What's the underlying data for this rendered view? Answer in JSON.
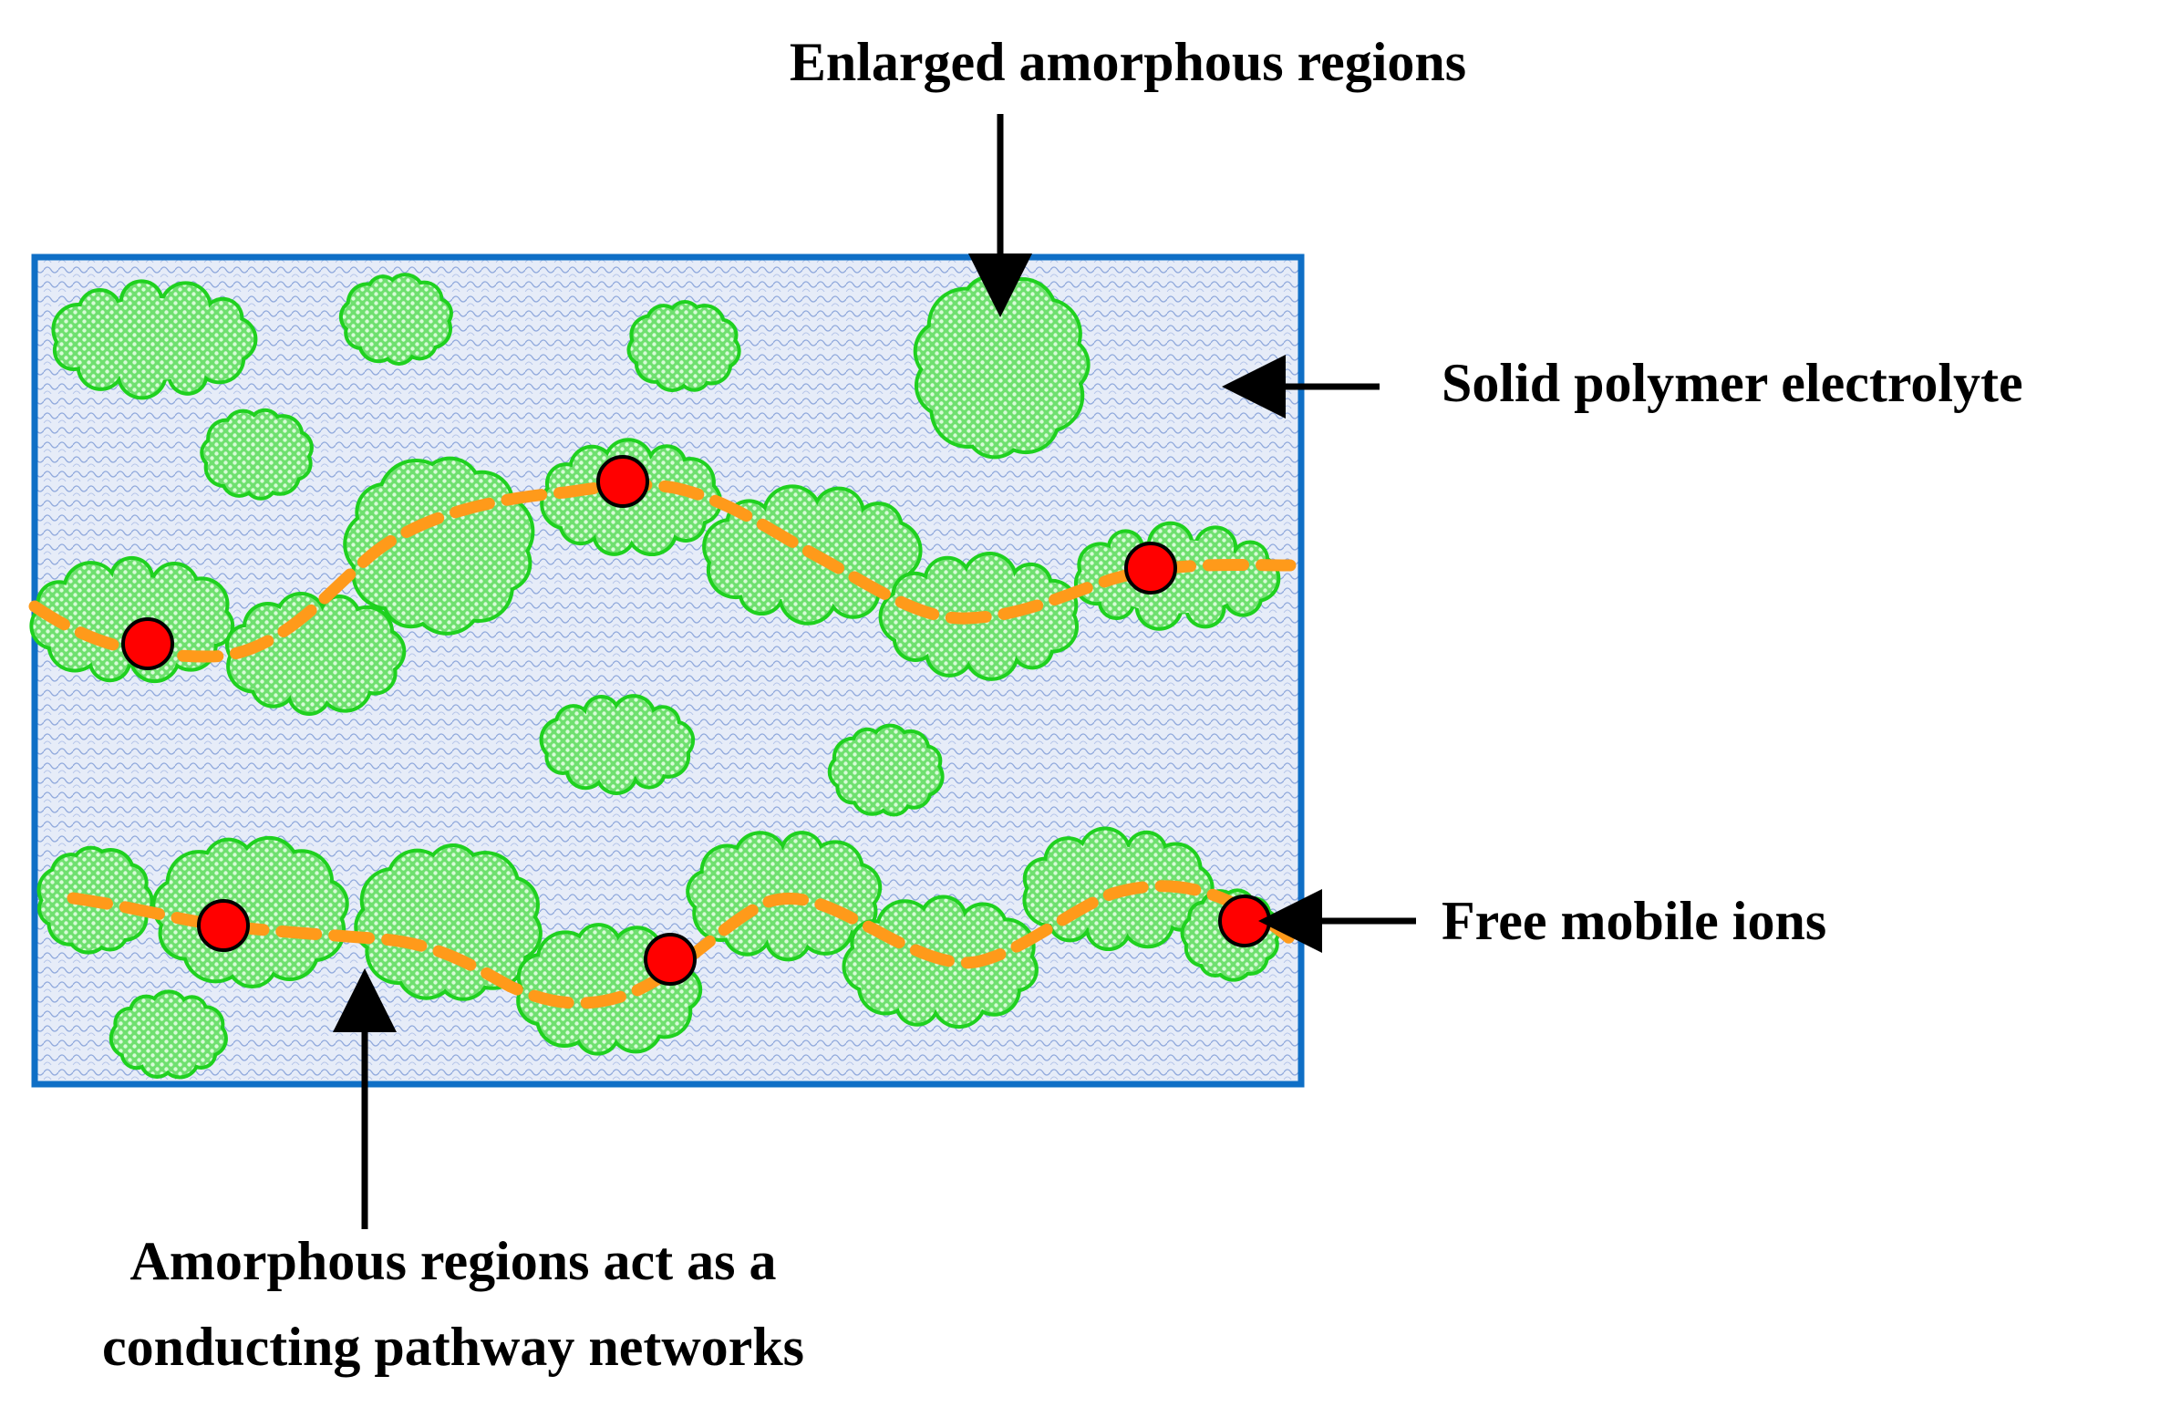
{
  "labels": {
    "top": "Enlarged amorphous regions",
    "right_upper": "Solid polymer electrolyte",
    "right_lower": "Free mobile ions",
    "bottom_line1": "Amorphous regions act as a",
    "bottom_line2": "conducting pathway networks"
  },
  "colors": {
    "matrix_fill": "#e6ecf8",
    "matrix_pattern": "#8fa8dc",
    "border": "#0f6fc6",
    "amorphous_fill": "#8ee88e",
    "amorphous_outline": "#1fd11f",
    "pathway": "#ff9a1a",
    "ion": "#ff0000"
  }
}
